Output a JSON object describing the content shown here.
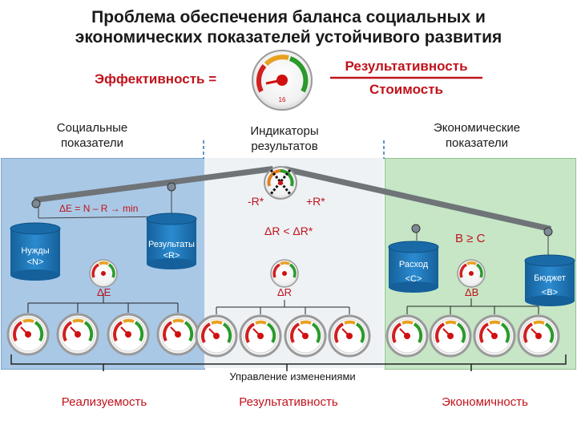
{
  "title": {
    "line1": "Проблема обеспечения баланса социальных и",
    "line2": "экономических показателей устойчивого развития"
  },
  "formula": {
    "left": "Эффективность =",
    "numerator": "Результативность",
    "denominator": "Стоимость",
    "gauge_value": "16"
  },
  "headers": {
    "social": "Социальные\nпоказатели",
    "indicators": "Индикаторы\nрезультатов",
    "economic": "Экономические\nпоказатели"
  },
  "scale": {
    "minus": "-R*",
    "plus": "+R*",
    "condition": "ΔR < ΔR*"
  },
  "social": {
    "formula": "ΔE = N – R → min",
    "needs": "Нужды\n<N>",
    "results": "Результаты\n<R>",
    "delta_e": "ΔE"
  },
  "center": {
    "delta_r": "ΔR"
  },
  "economic": {
    "condition": "B ≥ C",
    "expense": "Расход\n<C>",
    "budget": "Бюджет\n<B>",
    "delta_b": "ΔB"
  },
  "management": "Управление изменениями",
  "bottom": {
    "left": "Реализуемость",
    "center": "Результативность",
    "right": "Экономичность"
  },
  "colors": {
    "social_panel": "#a9c8e6",
    "economic_panel": "#c6e6c6",
    "barrel": "#1e78b4",
    "accent_red": "#c0131c",
    "beam": "#6f7478"
  }
}
